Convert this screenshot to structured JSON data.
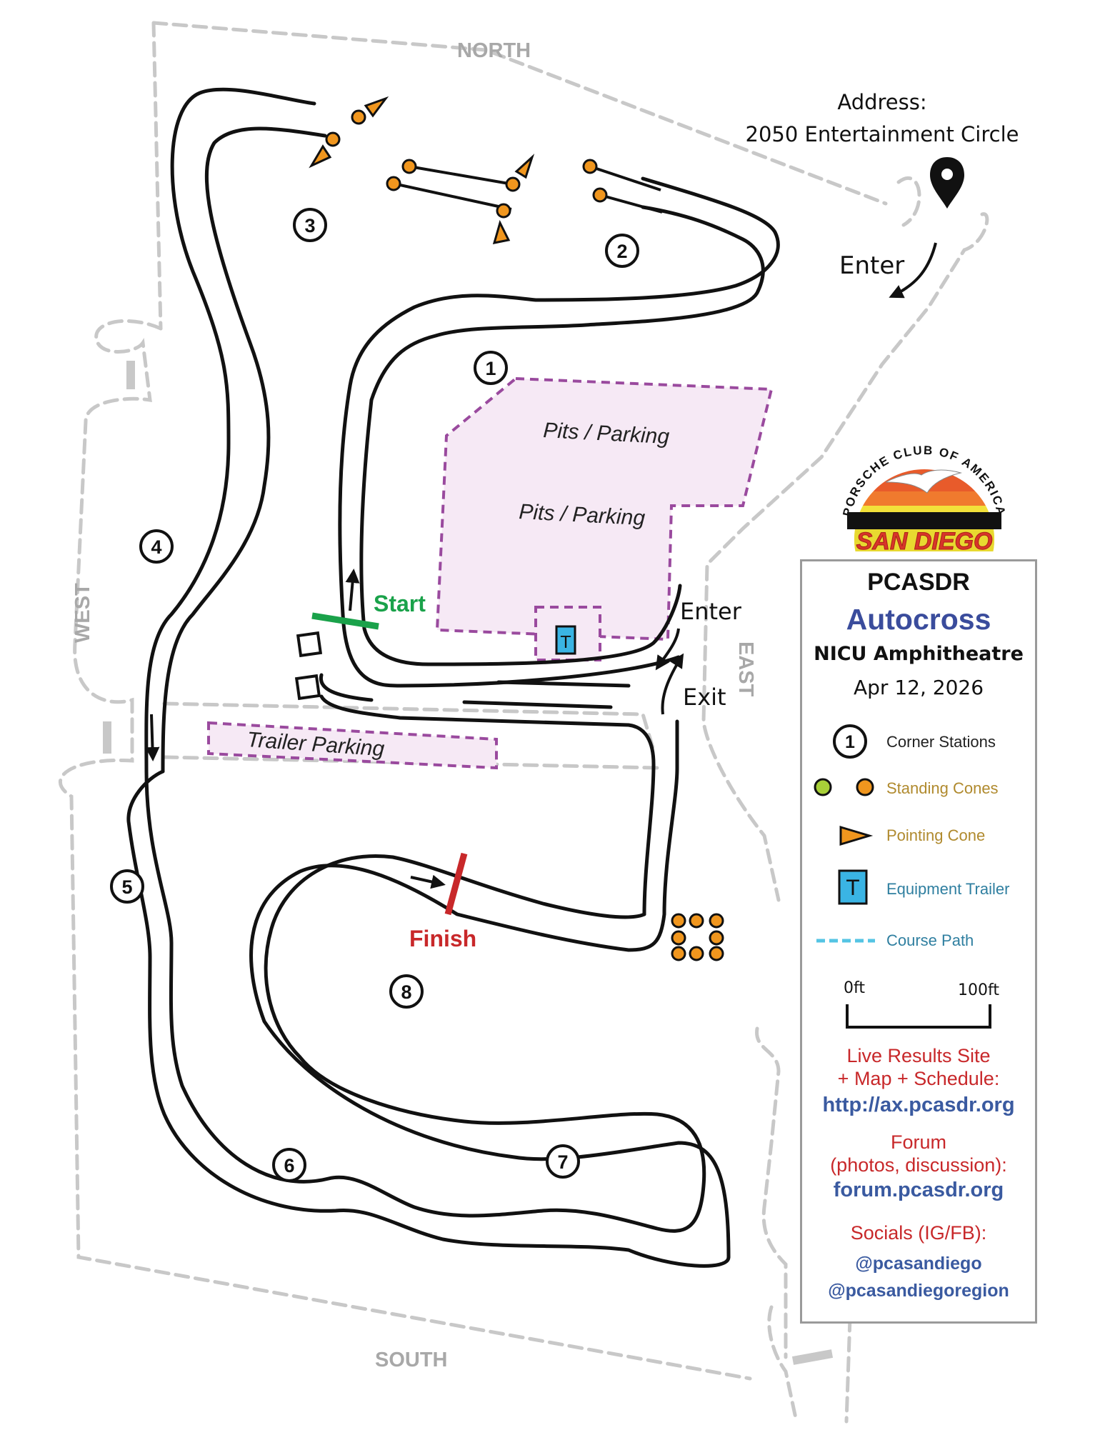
{
  "compass": {
    "north": "NORTH",
    "south": "SOUTH",
    "west": "WEST",
    "east": "EAST"
  },
  "address": {
    "label": "Address:",
    "value": "2050 Entertainment Circle"
  },
  "map_labels": {
    "enter_top": "Enter",
    "enter_right": "Enter",
    "exit": "Exit",
    "start": "Start",
    "finish": "Finish",
    "pits_1": "Pits / Parking",
    "pits_2": "Pits / Parking",
    "trailer_parking": "Trailer Parking",
    "trailer_marker": "T"
  },
  "stations": [
    "1",
    "2",
    "3",
    "4",
    "5",
    "6",
    "7",
    "8"
  ],
  "logo": {
    "arc_text": "PORSCHE CLUB OF AMERICA",
    "region": "SAN DIEGO"
  },
  "legend": {
    "title": "PCASDR",
    "event": "Autocross",
    "venue": "NICU Amphitheatre",
    "date": "Apr 12, 2026",
    "items": [
      {
        "icon": "corner-station-icon",
        "symbol": "1",
        "label": "Corner Stations",
        "color": "#222222"
      },
      {
        "icon": "standing-cones-icon",
        "label": "Standing Cones",
        "color": "#b08a2e"
      },
      {
        "icon": "pointing-cone-icon",
        "label": "Pointing Cone",
        "color": "#b08a2e"
      },
      {
        "icon": "equipment-trailer-icon",
        "symbol": "T",
        "label": "Equipment Trailer",
        "color": "#2f7fa0"
      },
      {
        "icon": "course-path-icon",
        "label": "Course Path",
        "color": "#2f7fa0"
      }
    ],
    "scale": {
      "start": "0ft",
      "end": "100ft"
    },
    "results_label": "Live Results Site\n+ Map + Schedule:",
    "results_url": "http://ax.pcasdr.org",
    "forum_label": "Forum\n(photos, discussion):",
    "forum_url": "forum.pcasdr.org",
    "socials_label": "Socials (IG/FB):",
    "social_1": "@pcasandiego",
    "social_2": "@pcasandiegoregion"
  },
  "colors": {
    "boundary": "#c8c8c8",
    "track": "#111111",
    "pits_border": "#9a4a9e",
    "pits_fill": "#f6e9f5",
    "cone_orange": "#f0961e",
    "cone_green": "#a8d038",
    "start_line": "#1aa24a",
    "finish_line": "#c8282a",
    "trailer_blue": "#3ab4e4",
    "title_blue": "#3a4c9c",
    "link_blue": "#3a5aa0",
    "red_text": "#c8282a"
  }
}
